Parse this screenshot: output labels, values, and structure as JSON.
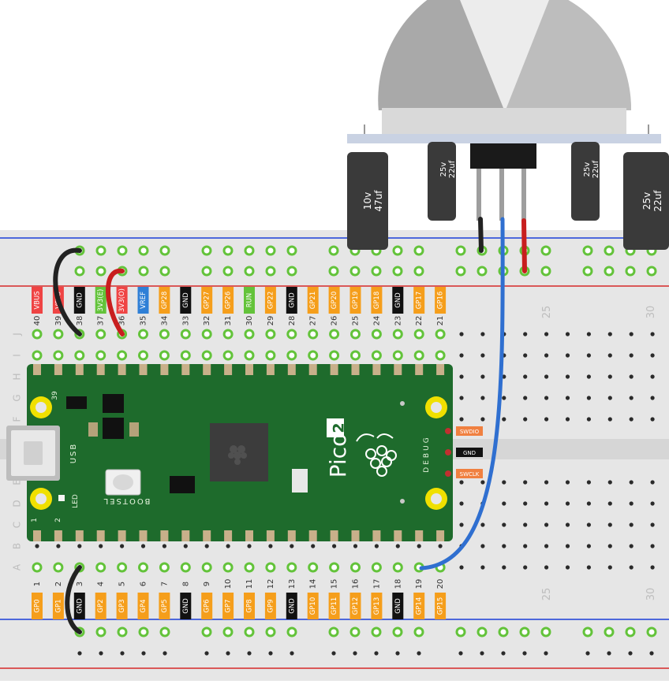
{
  "pico": {
    "logo_text": "Pico",
    "logo_badge": "2",
    "usb_label": "USB",
    "bootsel_label": "BOOTSEL",
    "led_label": "LED",
    "debug_label": "DEBUG",
    "pin_markers": {
      "pin39": "39",
      "pin1": "1",
      "pin2": "2"
    },
    "debug_pins": [
      {
        "label": "SWDIO",
        "color": "#f08040"
      },
      {
        "label": "GND",
        "color": "#111111"
      },
      {
        "label": "SWCLK",
        "color": "#f08040"
      }
    ]
  },
  "top_pins": [
    {
      "num": "40",
      "label": "VBUS",
      "color": "#ef4444"
    },
    {
      "num": "39",
      "label": "VSYS",
      "color": "#ef4444"
    },
    {
      "num": "38",
      "label": "GND",
      "color": "#111111"
    },
    {
      "num": "37",
      "label": "3V3(E)",
      "color": "#63c33a"
    },
    {
      "num": "36",
      "label": "3V3(O)",
      "color": "#ef4444"
    },
    {
      "num": "35",
      "label": "VREF",
      "color": "#2f7fd6"
    },
    {
      "num": "34",
      "label": "GP28",
      "color": "#f59e1b"
    },
    {
      "num": "33",
      "label": "GND",
      "color": "#111111"
    },
    {
      "num": "32",
      "label": "GP27",
      "color": "#f59e1b"
    },
    {
      "num": "31",
      "label": "GP26",
      "color": "#f59e1b"
    },
    {
      "num": "30",
      "label": "RUN",
      "color": "#63c33a"
    },
    {
      "num": "29",
      "label": "GP22",
      "color": "#f59e1b"
    },
    {
      "num": "28",
      "label": "GND",
      "color": "#111111"
    },
    {
      "num": "27",
      "label": "GP21",
      "color": "#f59e1b"
    },
    {
      "num": "26",
      "label": "GP20",
      "color": "#f59e1b"
    },
    {
      "num": "25",
      "label": "GP19",
      "color": "#f59e1b"
    },
    {
      "num": "24",
      "label": "GP18",
      "color": "#f59e1b"
    },
    {
      "num": "23",
      "label": "GND",
      "color": "#111111"
    },
    {
      "num": "22",
      "label": "GP17",
      "color": "#f59e1b"
    },
    {
      "num": "21",
      "label": "GP16",
      "color": "#f59e1b"
    }
  ],
  "bottom_pins": [
    {
      "num": "1",
      "label": "GP0",
      "color": "#f59e1b"
    },
    {
      "num": "2",
      "label": "GP1",
      "color": "#f59e1b"
    },
    {
      "num": "3",
      "label": "GND",
      "color": "#111111"
    },
    {
      "num": "4",
      "label": "GP2",
      "color": "#f59e1b"
    },
    {
      "num": "5",
      "label": "GP3",
      "color": "#f59e1b"
    },
    {
      "num": "6",
      "label": "GP4",
      "color": "#f59e1b"
    },
    {
      "num": "7",
      "label": "GP5",
      "color": "#f59e1b"
    },
    {
      "num": "8",
      "label": "GND",
      "color": "#111111"
    },
    {
      "num": "9",
      "label": "GP6",
      "color": "#f59e1b"
    },
    {
      "num": "10",
      "label": "GP7",
      "color": "#f59e1b"
    },
    {
      "num": "11",
      "label": "GP8",
      "color": "#f59e1b"
    },
    {
      "num": "12",
      "label": "GP9",
      "color": "#f59e1b"
    },
    {
      "num": "13",
      "label": "GND",
      "color": "#111111"
    },
    {
      "num": "14",
      "label": "GP10",
      "color": "#f59e1b"
    },
    {
      "num": "15",
      "label": "GP11",
      "color": "#f59e1b"
    },
    {
      "num": "16",
      "label": "GP12",
      "color": "#f59e1b"
    },
    {
      "num": "17",
      "label": "GP13",
      "color": "#f59e1b"
    },
    {
      "num": "18",
      "label": "GND",
      "color": "#111111"
    },
    {
      "num": "19",
      "label": "GP14",
      "color": "#f59e1b"
    },
    {
      "num": "20",
      "label": "GP15",
      "color": "#f59e1b"
    }
  ],
  "breadboard": {
    "row_letters_top": [
      "J",
      "I",
      "H",
      "G",
      "F"
    ],
    "row_letters_bottom": [
      "E",
      "D",
      "C",
      "B",
      "A"
    ],
    "column_markers": [
      "25",
      "30"
    ]
  },
  "sensor": {
    "capacitors": [
      {
        "rating": "10v",
        "value": "47uf"
      },
      {
        "rating": "25v",
        "value": "22uf"
      },
      {
        "rating": "25v",
        "value": "22uf"
      },
      {
        "rating": "25v",
        "value": "22uf"
      }
    ]
  },
  "wires": [
    {
      "name": "gnd-to-rail",
      "color": "#222222"
    },
    {
      "name": "power-3v3",
      "color": "#c81e1e"
    },
    {
      "name": "signal-gp14",
      "color": "#2f6fd0"
    },
    {
      "name": "gnd-bottom",
      "color": "#222222"
    }
  ],
  "colors": {
    "breadboard": "#e6e6e6",
    "rail_red": "#d62828",
    "rail_blue": "#1a3fd9",
    "pcb": "#1e6b2c",
    "pin_pad": "#63c33a"
  }
}
